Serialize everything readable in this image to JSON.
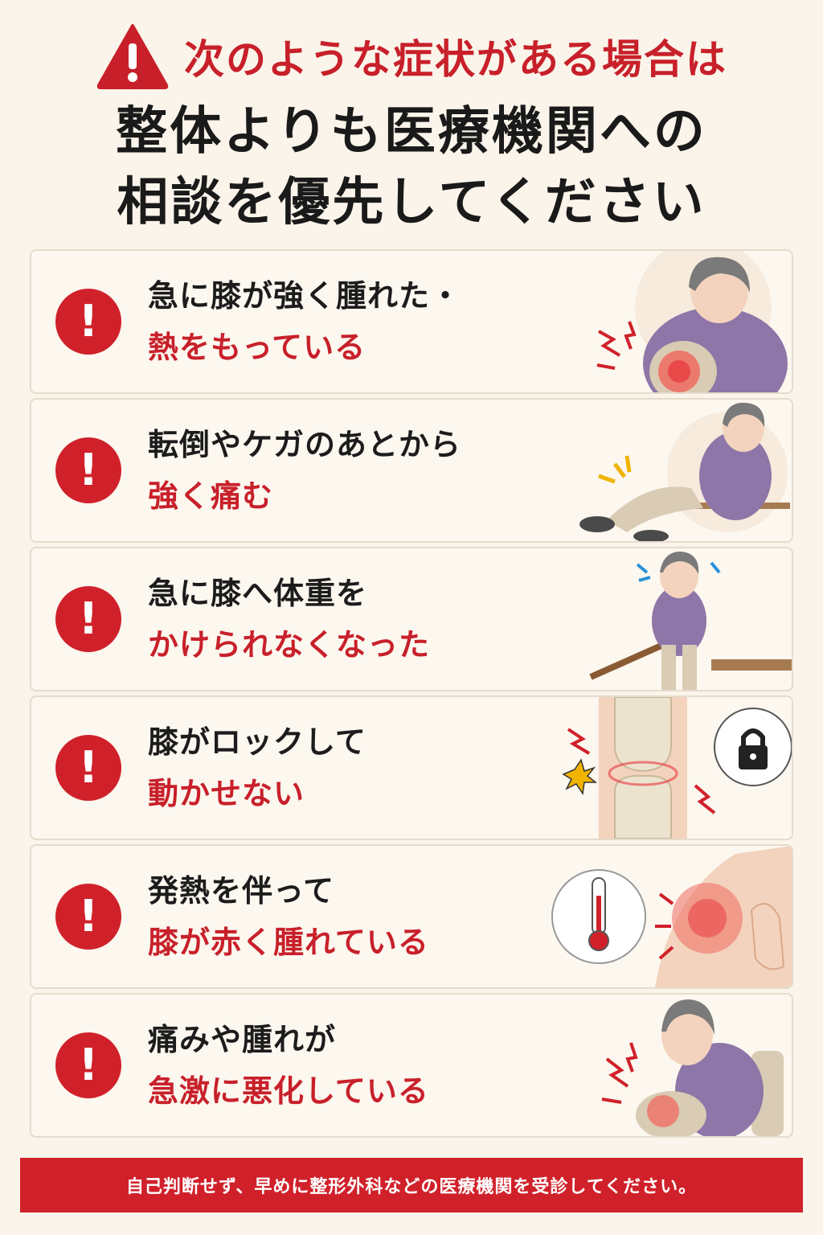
{
  "header": {
    "warning_icon": "warning-triangle-icon",
    "warning_text": "次のような症状がある場合は",
    "headline_line1": "整体よりも医療機関への",
    "headline_line2": "相談を優先してください"
  },
  "items": [
    {
      "line1": "急に膝が強く腫れた・",
      "line2": "熱をもっている",
      "illustration": "elderly-woman-holding-swollen-knee"
    },
    {
      "line1": "転倒やケガのあとから",
      "line2": "強く痛む",
      "illustration": "elderly-woman-fallen-on-floor"
    },
    {
      "line1": "急に膝へ体重を",
      "line2": "かけられなくなった",
      "illustration": "elderly-woman-unable-to-bear-weight"
    },
    {
      "line1": "膝がロックして",
      "line2": "動かせない",
      "illustration": "knee-joint-locked-lock-icon"
    },
    {
      "line1": "発熱を伴って",
      "line2": "膝が赤く腫れている",
      "illustration": "red-knee-thermometer"
    },
    {
      "line1": "痛みや腫れが",
      "line2": "急激に悪化している",
      "illustration": "elderly-woman-in-severe-knee-pain"
    }
  ],
  "badge_mark": "!",
  "footer": {
    "text": "自己判断せず、早めに整形外科などの医療機関を受診してください。"
  },
  "colors": {
    "accent_red": "#d0212a",
    "text_dark": "#1c1c1c",
    "card_bg": "#fcf7ef",
    "page_bg": "#faf4ea",
    "shirt_purple": "#8e76a8"
  }
}
